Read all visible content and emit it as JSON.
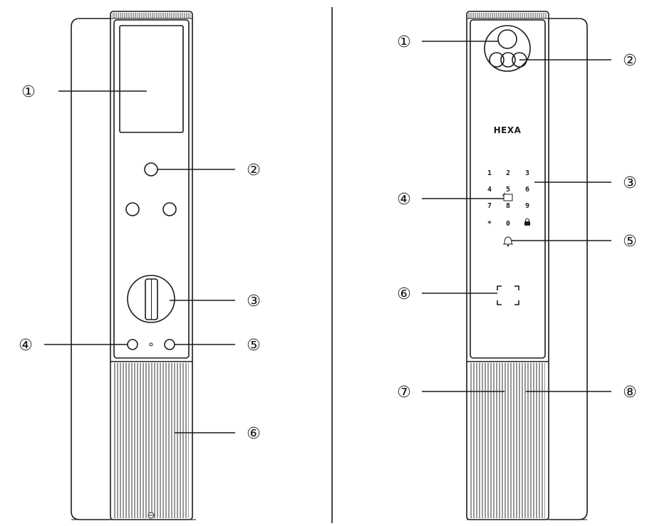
{
  "brand": "HEXA",
  "inner_callouts": [
    "①",
    "②",
    "③",
    "④",
    "⑤",
    "⑥"
  ],
  "outer_callouts": [
    "①",
    "②",
    "③",
    "④",
    "⑤",
    "⑥",
    "⑦",
    "⑧"
  ],
  "keypad": [
    "1",
    "2",
    "3",
    "4",
    "5",
    "6",
    "7",
    "8",
    "9",
    "*",
    "0"
  ],
  "colors": {
    "line": "#1a1a1a",
    "background": "#ffffff"
  }
}
